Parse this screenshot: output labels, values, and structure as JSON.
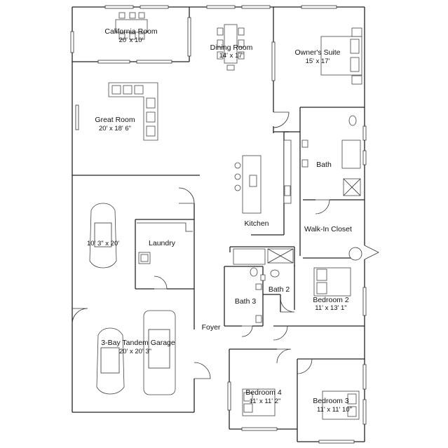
{
  "rooms": {
    "california_room": {
      "name": "California Room",
      "dim": "20' x 10'"
    },
    "dining_room": {
      "name": "Dining Room",
      "dim": "14' x 17'"
    },
    "owners_suite": {
      "name": "Owner's Suite",
      "dim": "15' x 17'"
    },
    "great_room": {
      "name": "Great Room",
      "dim": "20' x 18' 6\""
    },
    "bath": {
      "name": "Bath"
    },
    "kitchen": {
      "name": "Kitchen"
    },
    "walk_in_closet": {
      "name": "Walk-In Closet"
    },
    "garage_bay": {
      "dim": "10' 3\" x 20'"
    },
    "laundry": {
      "name": "Laundry"
    },
    "bath2": {
      "name": "Bath 2"
    },
    "bedroom2": {
      "name": "Bedroom 2",
      "dim": "11' x 13' 1\""
    },
    "bath3": {
      "name": "Bath 3"
    },
    "foyer": {
      "name": "Foyer"
    },
    "garage": {
      "name": "3-Bay Tandem Garage",
      "dim": "20' x 20' 3\""
    },
    "bedroom4": {
      "name": "Bedroom 4",
      "dim": "11' x 11' 2\""
    },
    "bedroom3": {
      "name": "Bedroom 3",
      "dim": "11' x 11' 10\""
    }
  }
}
